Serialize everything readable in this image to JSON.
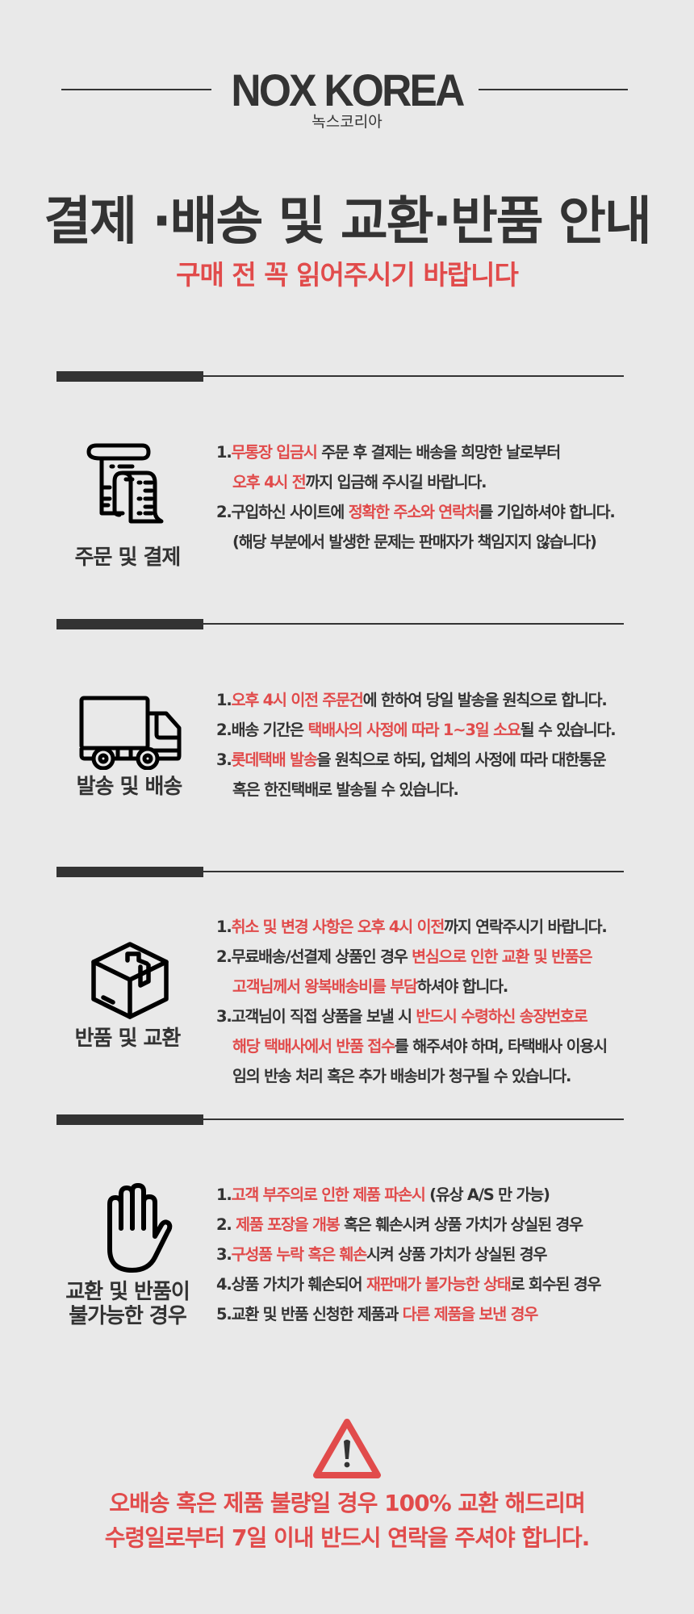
{
  "header": {
    "brand": "NOX KOREA",
    "brand_korean": "녹스코리아",
    "title": "결제 ·배송 및 교환·반품 안내",
    "subtitle": "구매 전 꼭 읽어주시기 바랍니다"
  },
  "colors": {
    "background": "#e9e9e9",
    "text": "#333333",
    "accent_red": "#e14b4b"
  },
  "sections": [
    {
      "icon": "receipt-icon",
      "label": "주문 및 결제",
      "lines": [
        {
          "num": "1.",
          "parts": [
            {
              "t": "무통장 입금시",
              "red": true
            },
            {
              "t": " 주문 후 결제는 배송을 희망한 날로부터",
              "red": false
            }
          ]
        },
        {
          "num": "",
          "parts": [
            {
              "t": "오후 4시 전",
              "red": true
            },
            {
              "t": "까지 입금해 주시길 바랍니다.",
              "red": false
            }
          ]
        },
        {
          "num": "2.",
          "parts": [
            {
              "t": "구입하신 사이트에 ",
              "red": false
            },
            {
              "t": "정확한 주소와 연락처",
              "red": true
            },
            {
              "t": "를 기입하셔야 합니다.",
              "red": false
            }
          ]
        },
        {
          "num": "",
          "parts": [
            {
              "t": "(해당 부분에서 발생한 문제는 판매자가 책임지지 않습니다)",
              "red": false
            }
          ]
        }
      ]
    },
    {
      "icon": "truck-icon",
      "label": "발송 및 배송",
      "lines": [
        {
          "num": "1.",
          "parts": [
            {
              "t": "오후 4시 이전 주문건",
              "red": true
            },
            {
              "t": "에 한하여 당일 발송을 원칙으로 합니다.",
              "red": false
            }
          ]
        },
        {
          "num": "2.",
          "parts": [
            {
              "t": "배송 기간은 ",
              "red": false
            },
            {
              "t": "택배사의 사정에 따라 1~3일 소요",
              "red": true
            },
            {
              "t": "될 수 있습니다.",
              "red": false
            }
          ]
        },
        {
          "num": "3.",
          "parts": [
            {
              "t": "롯데택배 발송",
              "red": true
            },
            {
              "t": "을 원칙으로 하되, 업체의 사정에 따라  대한통운",
              "red": false
            }
          ]
        },
        {
          "num": "",
          "parts": [
            {
              "t": "혹은 한진택배로 발송될 수 있습니다.",
              "red": false
            }
          ]
        }
      ]
    },
    {
      "icon": "package-box-icon",
      "label": "반품 및 교환",
      "lines": [
        {
          "num": "1.",
          "parts": [
            {
              "t": "취소 및 변경 사항은 오후 4시 이전",
              "red": true
            },
            {
              "t": "까지 연락주시기 바랍니다.",
              "red": false
            }
          ]
        },
        {
          "num": "2.",
          "parts": [
            {
              "t": "무료배송/선결제 상품인 경우 ",
              "red": false
            },
            {
              "t": "변심으로 인한 교환 및 반품은",
              "red": true
            }
          ]
        },
        {
          "num": "",
          "parts": [
            {
              "t": "고객님께서 왕복배송비를 부담",
              "red": true
            },
            {
              "t": "하셔야 합니다.",
              "red": false
            }
          ]
        },
        {
          "num": "3.",
          "parts": [
            {
              "t": "고객님이 직접 상품을 보낼 시 ",
              "red": false
            },
            {
              "t": "반드시 수령하신  송장번호로",
              "red": true
            }
          ]
        },
        {
          "num": "",
          "parts": [
            {
              "t": "해당 택배사에서 반품 접수",
              "red": true
            },
            {
              "t": "를 해주셔야 하며, 타택배사 이용시",
              "red": false
            }
          ]
        },
        {
          "num": "",
          "parts": [
            {
              "t": "임의 반송 처리 혹은 추가 배송비가 청구될 수 있습니다.",
              "red": false
            }
          ]
        }
      ]
    },
    {
      "icon": "stop-hand-icon",
      "label": "교환 및 반품이",
      "label2": "불가능한 경우",
      "lines": [
        {
          "num": "1.",
          "parts": [
            {
              "t": "고객 부주의로 인한 제품 파손시",
              "red": true
            },
            {
              "t": " (유상 A/S 만 가능)",
              "red": false
            }
          ]
        },
        {
          "num": "2.",
          "parts": [
            {
              "t": " 제품 포장을 개봉",
              "red": true
            },
            {
              "t": " 혹은 훼손시켜 상품 가치가 상실된 경우",
              "red": false
            }
          ]
        },
        {
          "num": "3.",
          "parts": [
            {
              "t": "구성품 누락 혹은 훼손",
              "red": true
            },
            {
              "t": "시켜 상품 가치가 상실된 경우",
              "red": false
            }
          ]
        },
        {
          "num": "4.",
          "parts": [
            {
              "t": "상품 가치가 훼손되어 ",
              "red": false
            },
            {
              "t": "재판매가 불가능한 상태",
              "red": true
            },
            {
              "t": "로 회수된 경우",
              "red": false
            }
          ]
        },
        {
          "num": "5.",
          "parts": [
            {
              "t": "교환 및 반품 신청한 제품과 ",
              "red": false
            },
            {
              "t": "다른 제품을 보낸 경우",
              "red": true
            }
          ]
        }
      ]
    }
  ],
  "footer": {
    "icon": "warning-triangle-icon",
    "line1": "오배송 혹은 제품 불량일 경우 100% 교환 해드리며",
    "line2": "수령일로부터 7일 이내 반드시 연락을 주셔야 합니다."
  }
}
